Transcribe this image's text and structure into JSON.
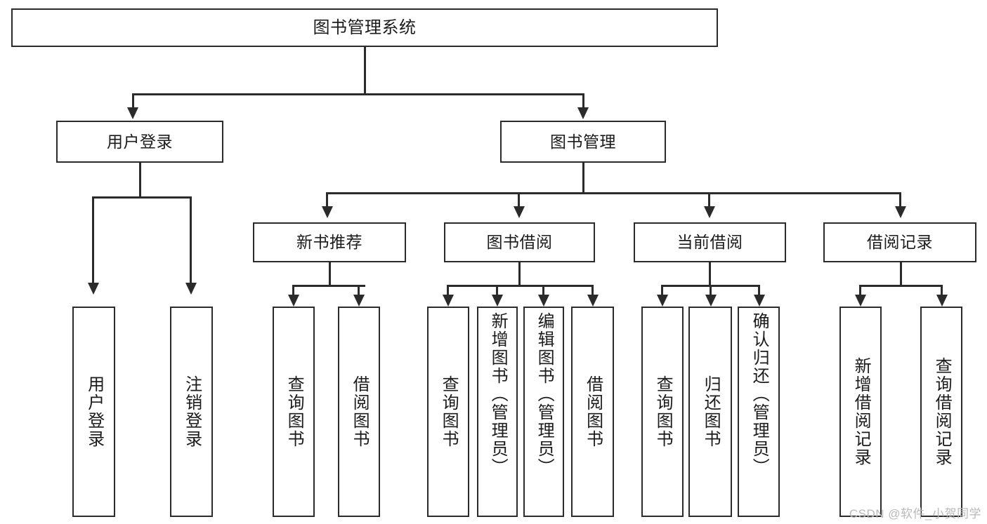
{
  "diagram": {
    "title": "图书管理系统",
    "type": "tree",
    "theme": {
      "stroke": "#2b2b2b",
      "fill": "#ffffff",
      "text": "#1b1b1b",
      "watermark_color": "#b9b9b9"
    },
    "levels": {
      "level1": [
        {
          "id": "root",
          "label": "图书管理系统"
        }
      ],
      "level2": [
        {
          "id": "user-login",
          "label": "用户登录"
        },
        {
          "id": "book-manage",
          "label": "图书管理"
        }
      ],
      "level3": [
        {
          "id": "new-book-rec",
          "label": "新书推荐"
        },
        {
          "id": "book-borrow",
          "label": "图书借阅"
        },
        {
          "id": "current-borrow",
          "label": "当前借阅"
        },
        {
          "id": "borrow-record",
          "label": "借阅记录"
        }
      ],
      "level4": [
        {
          "id": "leaf-user-login",
          "label": "用户登录",
          "parent": "user-login"
        },
        {
          "id": "leaf-logout",
          "label": "注销登录",
          "parent": "user-login"
        },
        {
          "id": "leaf-query-book-1",
          "label": "查询图书",
          "parent": "new-book-rec"
        },
        {
          "id": "leaf-borrow-book-1",
          "label": "借阅图书",
          "parent": "new-book-rec"
        },
        {
          "id": "leaf-query-book-2",
          "label": "查询图书",
          "parent": "book-borrow"
        },
        {
          "id": "leaf-add-book",
          "label": "新增图书（管理员）",
          "parent": "book-borrow"
        },
        {
          "id": "leaf-edit-book",
          "label": "编辑图书（管理员）",
          "parent": "book-borrow"
        },
        {
          "id": "leaf-borrow-book-2",
          "label": "借阅图书",
          "parent": "book-borrow"
        },
        {
          "id": "leaf-query-book-3",
          "label": "查询图书",
          "parent": "current-borrow"
        },
        {
          "id": "leaf-return-book",
          "label": "归还图书",
          "parent": "current-borrow"
        },
        {
          "id": "leaf-confirm-return",
          "label": "确认归还（管理员）",
          "parent": "current-borrow"
        },
        {
          "id": "leaf-add-record",
          "label": "新增借阅记录",
          "parent": "borrow-record"
        },
        {
          "id": "leaf-query-record",
          "label": "查询借阅记录",
          "parent": "borrow-record"
        }
      ]
    }
  },
  "watermark": {
    "text": "CSDN @软件_小贺同学"
  }
}
